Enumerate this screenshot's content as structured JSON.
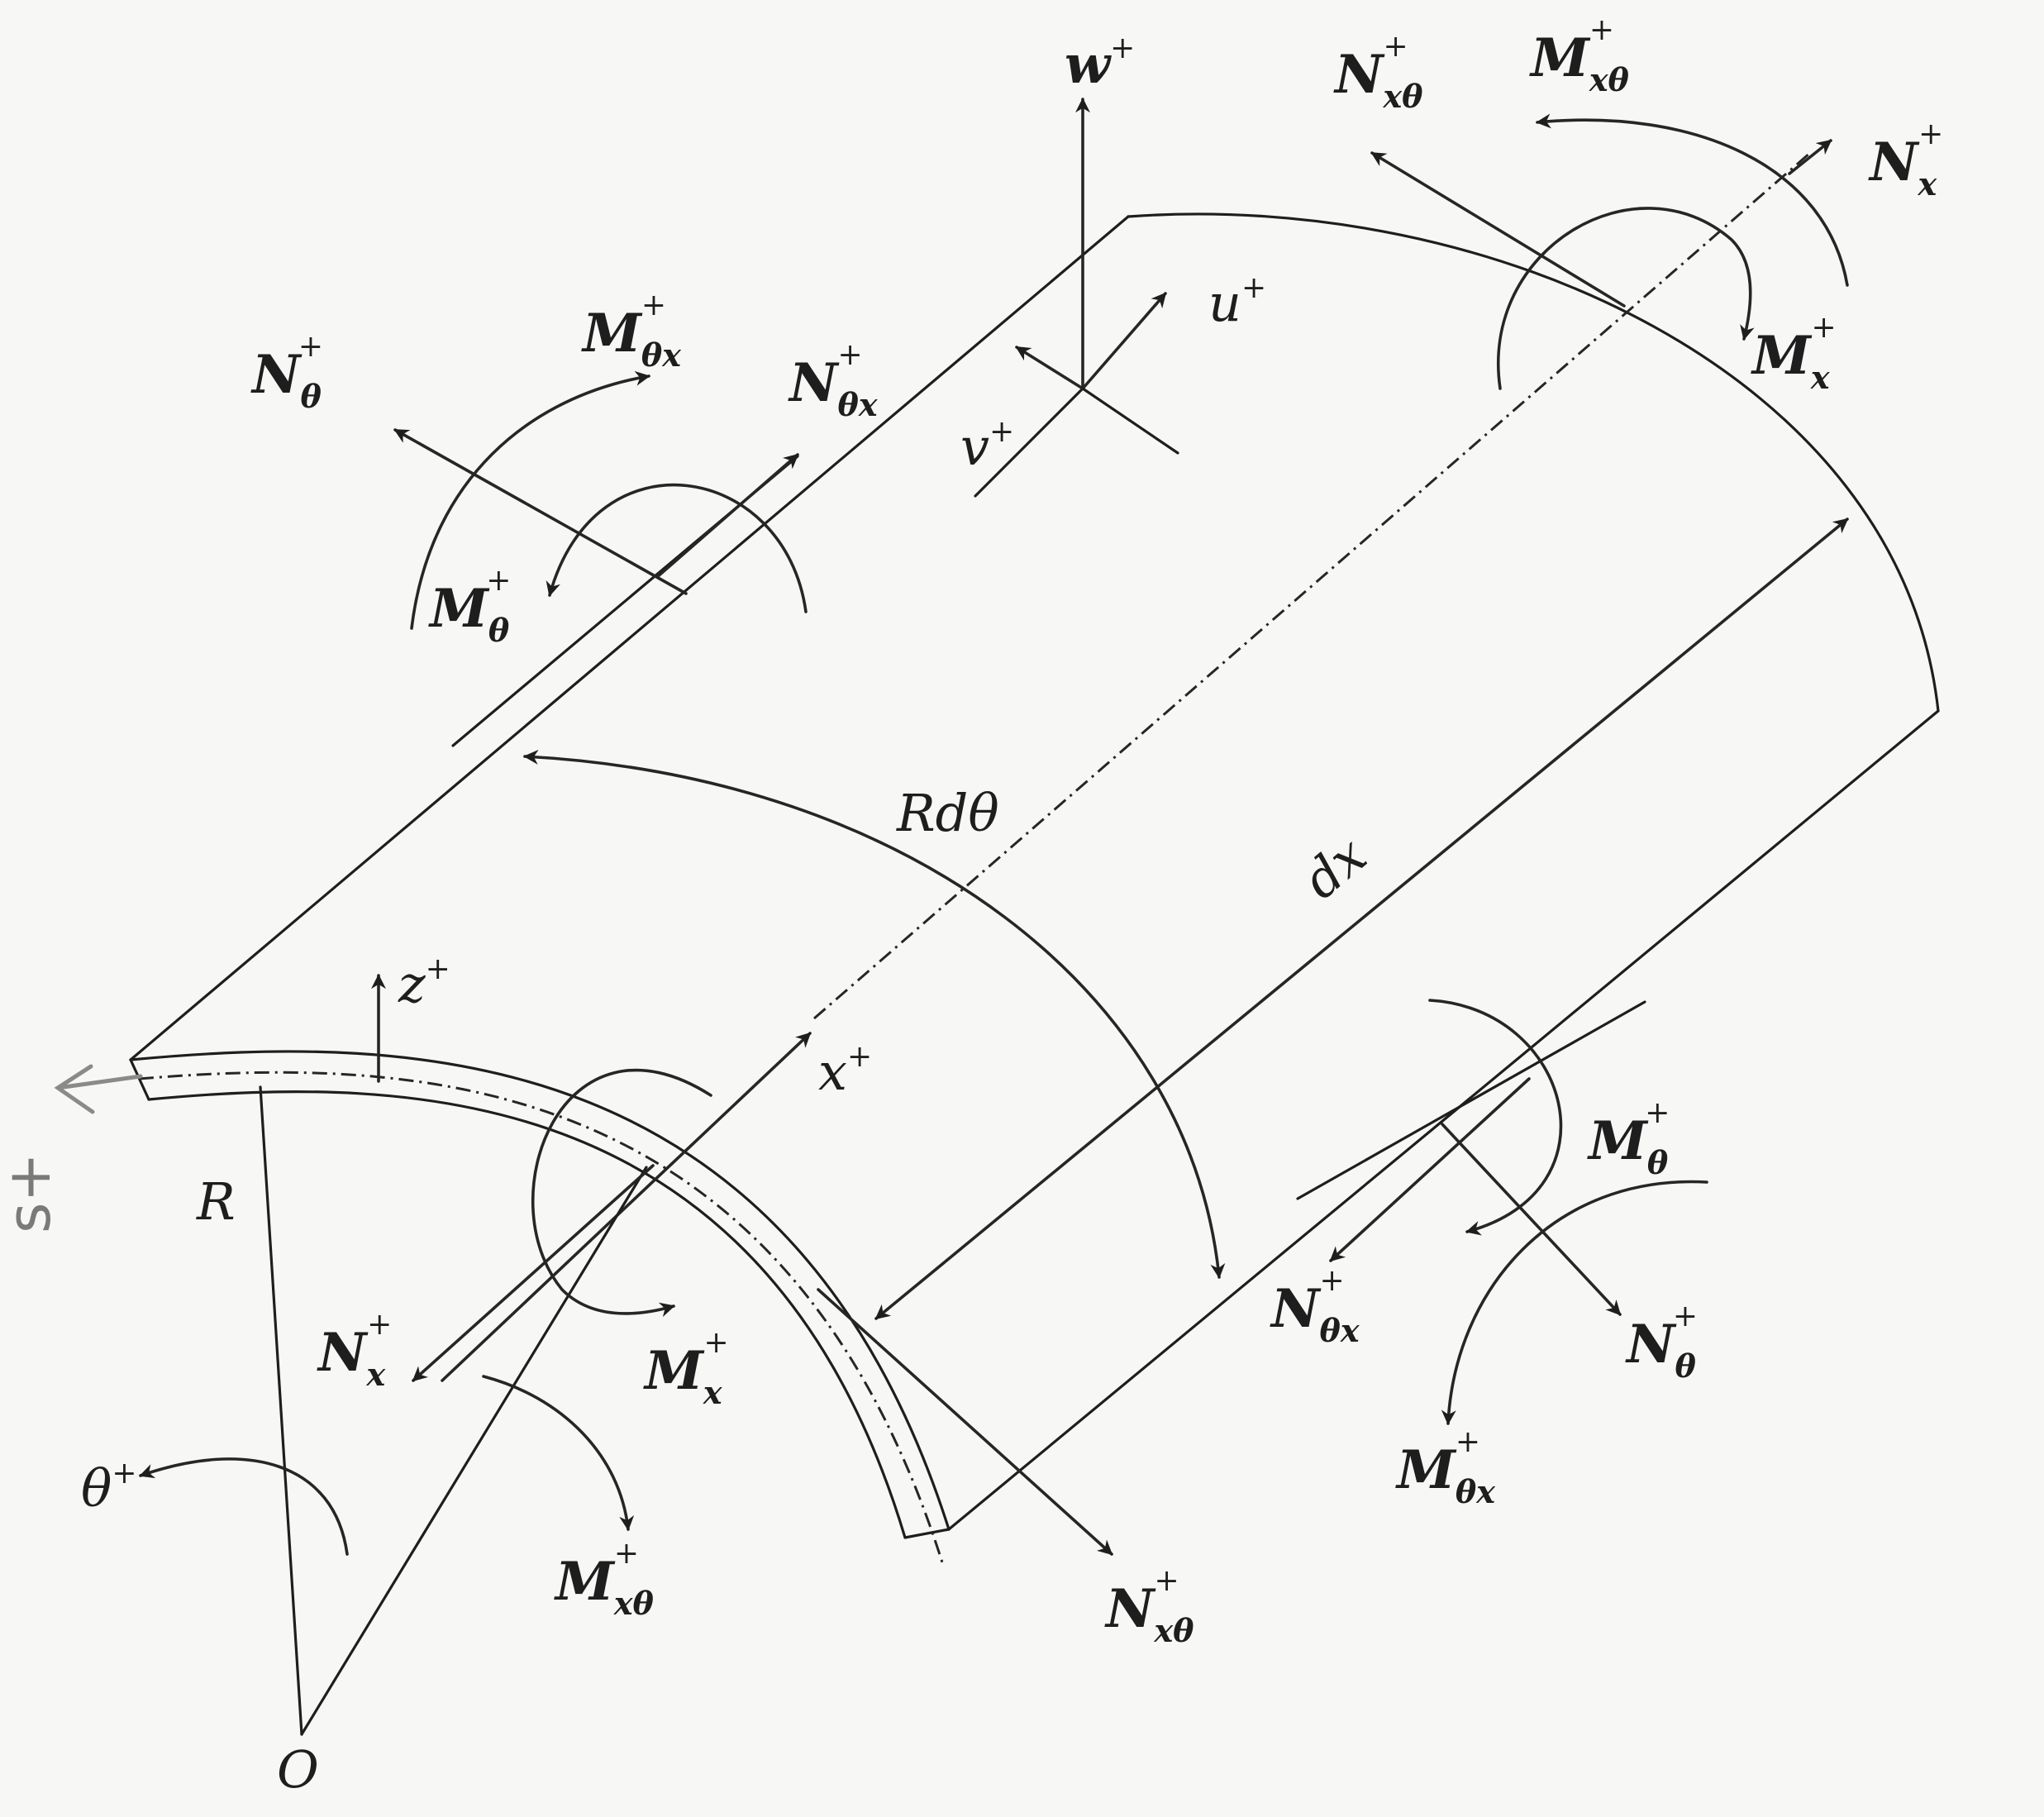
{
  "labels": {
    "w": "w",
    "u": "u",
    "v": "v",
    "z": "z",
    "x": "x",
    "theta": "θ",
    "R": "R",
    "O": "O",
    "Rdtheta": "Rdθ",
    "dx": "dx",
    "plus": "+",
    "N": "N",
    "M": "M",
    "sub_theta": "θ",
    "sub_x": "x",
    "sub_thetax": "θx",
    "sub_xtheta": "xθ",
    "pencil_s": "s+"
  }
}
